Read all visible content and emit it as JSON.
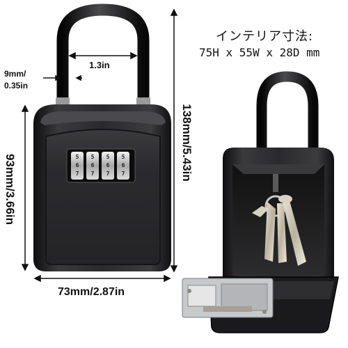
{
  "image": {
    "description_labels": {
      "shackle_width": "1.3in",
      "shackle_thickness_line1": "9mm/",
      "shackle_thickness_line2": "0.35in",
      "total_height": "138mm/5.43in",
      "body_height": "93mm/3.66in",
      "body_width": "73mm/2.87in"
    },
    "interior": {
      "title": "インテリア寸法:",
      "dimensions": "75H x 55W x 28D mm"
    }
  },
  "colors": {
    "body": "#1d1d1f",
    "accent_dial": "#c9c9c9",
    "background": "#ffffff"
  }
}
